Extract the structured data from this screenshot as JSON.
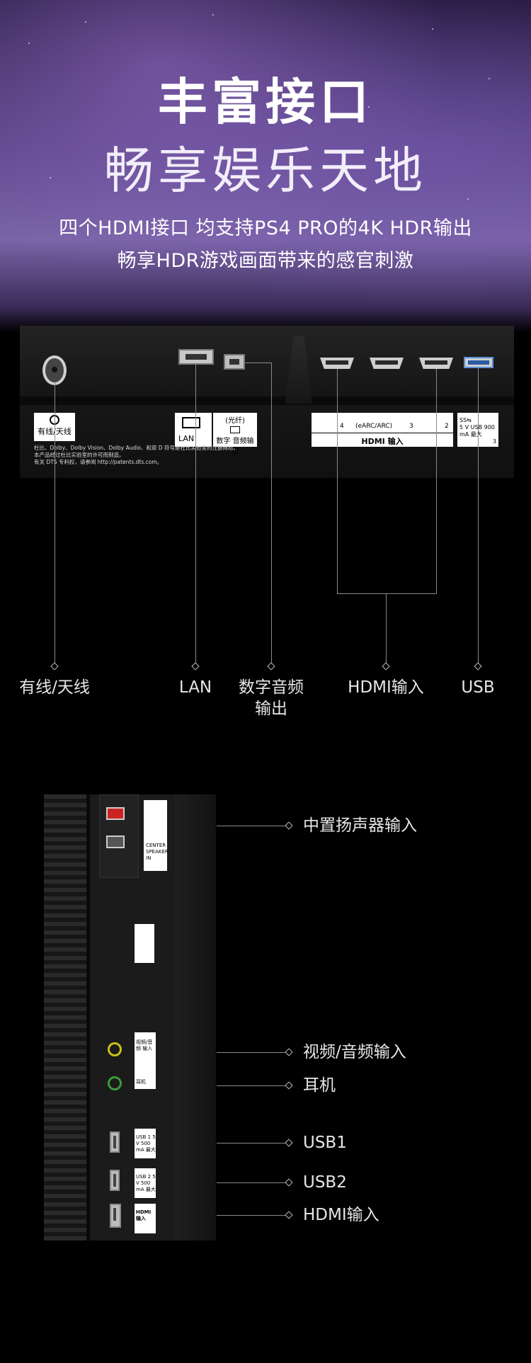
{
  "hero": {
    "title": "丰富接口",
    "subtitle": "畅享娱乐天地",
    "line1": "四个HDMI接口 均支持PS4 PRO的4K HDR输出",
    "line2": "畅享HDR游戏画面带来的感官刺激"
  },
  "rear_panel": {
    "labels": {
      "antenna": "有线/天线",
      "lan": "LAN",
      "optical": "(光纤)",
      "optical_sub": "数字 音频输出",
      "earc": "(eARC/ARC)",
      "hdmi_bar": "HDMI 输入",
      "hdmi_num_4": "4",
      "hdmi_num_3": "3",
      "hdmi_num_2": "2",
      "usb_logo": "SS⇆",
      "usb_spec": "5 V USB 900 mA 最大",
      "usb_num": "3"
    },
    "fine_print": [
      "杜比、Dolby、Dolby Vision、Dolby Audio、和双 D 符号是杜比实验室的注册商标。",
      "本产品经过杜比实验室的许可而制造。",
      "有关 DTS 专利权，请参阅 http://patents.dts.com。"
    ]
  },
  "rear_callouts": [
    {
      "label": "有线/天线"
    },
    {
      "label": "LAN"
    },
    {
      "label": "数字音频",
      "label2": "输出"
    },
    {
      "label": "HDMI输入"
    },
    {
      "label": "USB"
    }
  ],
  "side_callouts": [
    {
      "label": "中置扬声器输入"
    },
    {
      "label": "视频/音频输入"
    },
    {
      "label": "耳机"
    },
    {
      "label": "USB1"
    },
    {
      "label": "USB2"
    },
    {
      "label": "HDMI输入"
    }
  ],
  "side_panel": {
    "center_speaker_label": "CENTER SPEAKER IN",
    "av_label": "视频/音频 输入",
    "headphone_label": "耳机",
    "usb1_label": "USB 1 5 V 500 mA 最大",
    "usb2_label": "USB 2 5 V 500 mA 最大",
    "hdmi_label": "HDMI 输入"
  },
  "colors": {
    "hero_top": "#2a1c45",
    "hero_mid": "#7b64a8",
    "line": "#8a8a8a",
    "caption": "#e6e6e6"
  }
}
